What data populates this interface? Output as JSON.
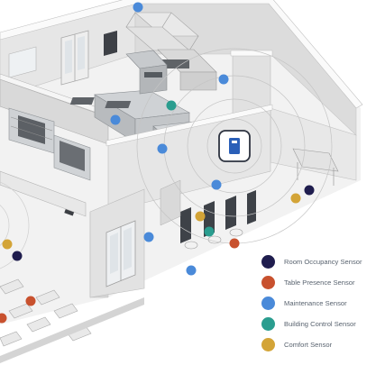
{
  "colors": {
    "floor": "#f2f2f2",
    "wall_top": "#fafafa",
    "wall_left": "#e4e4e4",
    "wall_right": "#d4d4d4",
    "line": "#b8b8b8",
    "steel": "#c9cccf",
    "dark_steel": "#6d7074",
    "glass": "#dfe4e8",
    "wave": "#c4c4c4",
    "hub_border": "#2d3340",
    "hub_device": "#2a5fb8"
  },
  "legend": [
    {
      "label": "Room Occupancy Sensor",
      "color": "#1f1d4e",
      "icon": "room-occupancy-sensor-icon"
    },
    {
      "label": "Table Presence Sensor",
      "color": "#c8512e",
      "icon": "table-presence-sensor-icon"
    },
    {
      "label": "Maintenance Sensor",
      "color": "#4a8ad9",
      "icon": "maintenance-sensor-icon"
    },
    {
      "label": "Building Control Sensor",
      "color": "#2a9d8f",
      "icon": "building-control-sensor-icon"
    },
    {
      "label": "Comfort Sensor",
      "color": "#d3a437",
      "icon": "comfort-sensor-icon"
    }
  ],
  "hub": {
    "icon": "gateway-hub-icon"
  },
  "sensors": [
    {
      "type": "maintenance",
      "label": ""
    },
    {
      "type": "maintenance",
      "label": ""
    },
    {
      "type": "maintenance",
      "label": ""
    },
    {
      "type": "maintenance",
      "label": ""
    },
    {
      "type": "maintenance",
      "label": ""
    },
    {
      "type": "maintenance",
      "label": ""
    },
    {
      "type": "maintenance",
      "label": ""
    },
    {
      "type": "building_control",
      "label": ""
    },
    {
      "type": "building_control",
      "label": ""
    },
    {
      "type": "comfort",
      "label": ""
    },
    {
      "type": "comfort",
      "label": ""
    },
    {
      "type": "comfort",
      "label": ""
    },
    {
      "type": "room_occupancy",
      "label": ""
    },
    {
      "type": "room_occupancy",
      "label": ""
    },
    {
      "type": "table_presence",
      "label": ""
    },
    {
      "type": "table_presence",
      "label": ""
    },
    {
      "type": "table_presence",
      "label": ""
    }
  ]
}
